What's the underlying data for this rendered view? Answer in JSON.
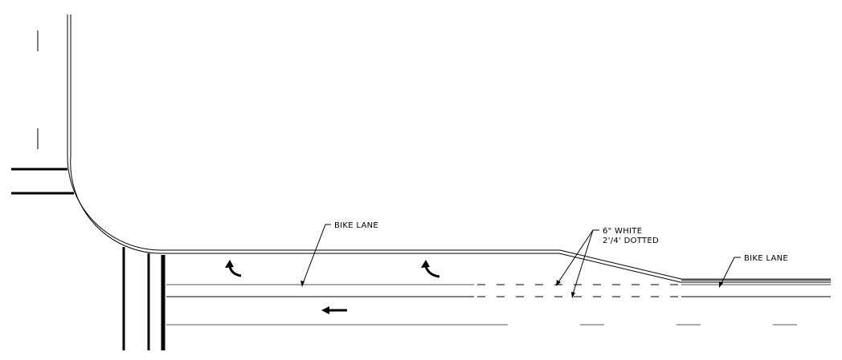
{
  "labels": {
    "bike_lane_left": "BIKE LANE",
    "marking_line1": "6\" WHITE",
    "marking_line2": "2'/4' DOTTED",
    "bike_lane_right": "BIKE LANE"
  },
  "colors": {
    "line": "#000000",
    "thin_line": "#555555",
    "background": "#ffffff"
  },
  "icons": {
    "turn_arrow": "left-turn-arrow-icon",
    "through_arrow": "left-arrow-icon"
  }
}
